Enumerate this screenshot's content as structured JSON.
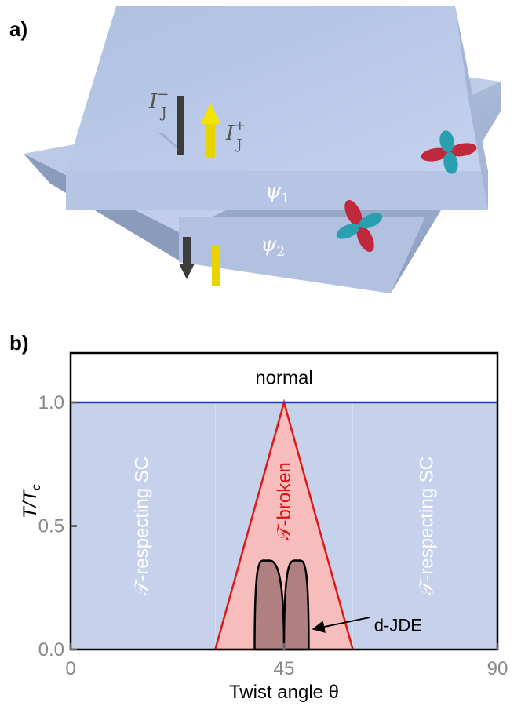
{
  "panel_a": {
    "label": "a)",
    "top_slab_label": "ψ",
    "top_slab_sub": "1",
    "bottom_slab_label": "ψ",
    "bottom_slab_sub": "2",
    "current_minus": "I",
    "current_minus_sub": "J",
    "current_minus_sup": "−",
    "current_plus": "I",
    "current_plus_sub": "J",
    "current_plus_sup": "+",
    "colors": {
      "slab_top": "#b6c6e4",
      "slab_side": "#9aaac8",
      "arrow_plus": "#f0e000",
      "arrow_minus": "#444444",
      "orbital_red": "#c0283c",
      "orbital_teal": "#2a9fb0"
    }
  },
  "panel_b": {
    "label": "b)"
  },
  "chart_data": {
    "type": "area",
    "xlabel": "Twist angle θ",
    "ylabel_main": "T/T",
    "ylabel_sub": "c",
    "xlim": [
      0,
      90
    ],
    "ylim": [
      0,
      1.2
    ],
    "x_ticks": [
      0,
      45,
      90
    ],
    "x_tick_labels": [
      "0",
      "45",
      "90"
    ],
    "y_ticks": [
      0,
      0.5,
      1.0
    ],
    "y_tick_labels": [
      "0.0",
      "0.5",
      "1.0"
    ],
    "tc_line": {
      "y": 1.0,
      "color": "#1f3fb0"
    },
    "regions": [
      {
        "name": "normal",
        "label": "normal",
        "y_range": [
          1.0,
          1.2
        ]
      },
      {
        "name": "t-respecting-left",
        "label": "𝒯-respecting SC",
        "x_range": [
          0,
          45
        ]
      },
      {
        "name": "t-respecting-right",
        "label": "𝒯-respecting SC",
        "x_range": [
          45,
          90
        ]
      }
    ],
    "broken_region": {
      "label_symbol": "𝒯",
      "label_text": "-broken",
      "vertices": [
        [
          30.5,
          0
        ],
        [
          45,
          1.0
        ],
        [
          59.5,
          0
        ]
      ],
      "fill": "#f7bcbc",
      "stroke": "#e01818"
    },
    "djde": {
      "label": "d-JDE",
      "lobes": [
        {
          "x_start": 38.8,
          "x_peak": 41.2,
          "x_end": 45,
          "y_peak": 0.36
        },
        {
          "x_start": 45,
          "x_peak": 47.8,
          "x_end": 50.2,
          "y_peak": 0.36
        }
      ],
      "fill": "#b08080",
      "arrow_tip": [
        50.5,
        0.07
      ]
    },
    "colors": {
      "sc_fill": "#c6d2ec",
      "divider": "#d8e0f2"
    }
  }
}
